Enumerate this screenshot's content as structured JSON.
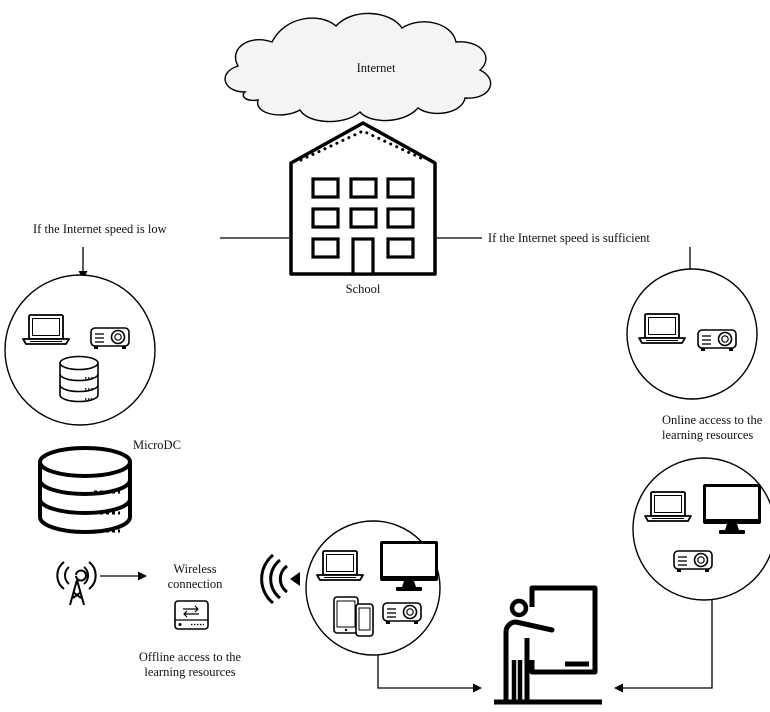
{
  "labels": {
    "internet": "Internet",
    "school": "School",
    "low_speed": "If the Internet speed is low",
    "sufficient_speed": "If the Internet speed is sufficient",
    "microdc": "MicroDC",
    "wireless_1": "Wireless",
    "wireless_2": "connection",
    "offline_1": "Offline access to the",
    "offline_2": "learning resources",
    "online_1": "Online access to the",
    "online_2": "learning resources"
  },
  "colors": {
    "stroke": "#000000",
    "fill": "#ffffff",
    "cloud_fill": "#f4f4f4"
  }
}
